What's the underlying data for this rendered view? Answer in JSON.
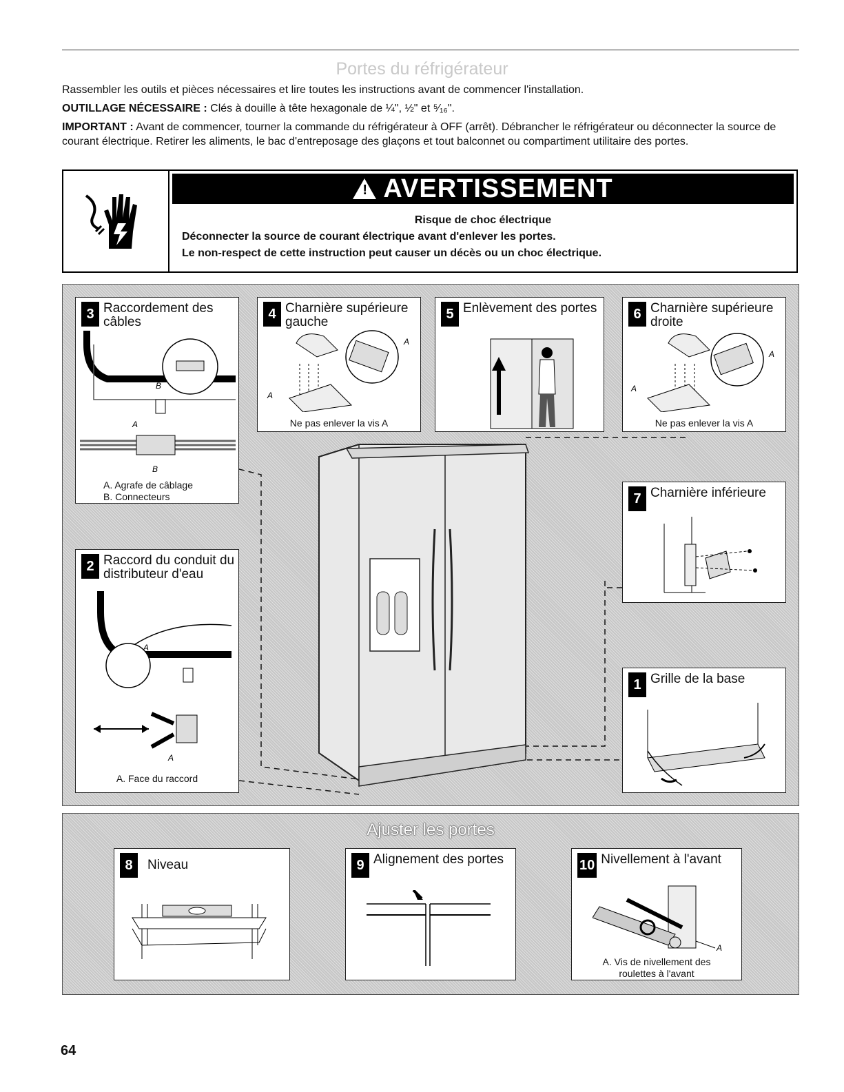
{
  "page": {
    "title": "Portes du réfrigérateur",
    "intro": "Rassembler les outils et pièces nécessaires et lire toutes les instructions avant de commencer l'installation.",
    "tools_label": "OUTILLAGE NÉCESSAIRE :",
    "tools_text": "Clés à douille à tête hexagonale de ¼\", ½\" et ⁵⁄₁₆\".",
    "important_label": "IMPORTANT :",
    "important_text": "Avant de commencer, tourner la commande du réfrigérateur à OFF (arrêt). Débrancher le réfrigérateur ou déconnecter la source de courant électrique. Retirer les aliments, le bac d'entreposage des glaçons et tout balconnet ou compartiment utilitaire des portes.",
    "page_number": "64"
  },
  "warning": {
    "banner": "AVERTISSEMENT",
    "icon": "electric-shock-hand-icon",
    "line1": "Risque de choc électrique",
    "line2": "Déconnecter la source de courant électrique avant d'enlever les portes.",
    "line3": "Le non-respect de cette instruction peut causer un décès ou un choc électrique."
  },
  "steps": {
    "s3": {
      "num": "3",
      "title": "Raccordement des câbles",
      "label_a": "A",
      "label_b": "B",
      "cap1": "A. Agrafe de câblage",
      "cap2": "B. Connecteurs"
    },
    "s4": {
      "num": "4",
      "title": "Charnière supérieure gauche",
      "label_a": "A",
      "caption": "Ne pas enlever la vis A"
    },
    "s5": {
      "num": "5",
      "title": "Enlèvement des portes"
    },
    "s6": {
      "num": "6",
      "title": "Charnière supérieure droite",
      "label_a": "A",
      "caption": "Ne pas enlever la vis A"
    },
    "s7": {
      "num": "7",
      "title": "Charnière inférieure"
    },
    "s2": {
      "num": "2",
      "title": "Raccord du conduit du distributeur d'eau",
      "label_a": "A",
      "caption": "A. Face du raccord"
    },
    "s1": {
      "num": "1",
      "title": "Grille de la base"
    }
  },
  "adjust": {
    "title": "Ajuster les portes",
    "s8": {
      "num": "8",
      "title": "Niveau"
    },
    "s9": {
      "num": "9",
      "title": "Alignement des portes"
    },
    "s10": {
      "num": "10",
      "title": "Nivellement à l'avant",
      "label_a": "A",
      "caption": "A. Vis de nivellement des roulettes à l'avant"
    }
  }
}
